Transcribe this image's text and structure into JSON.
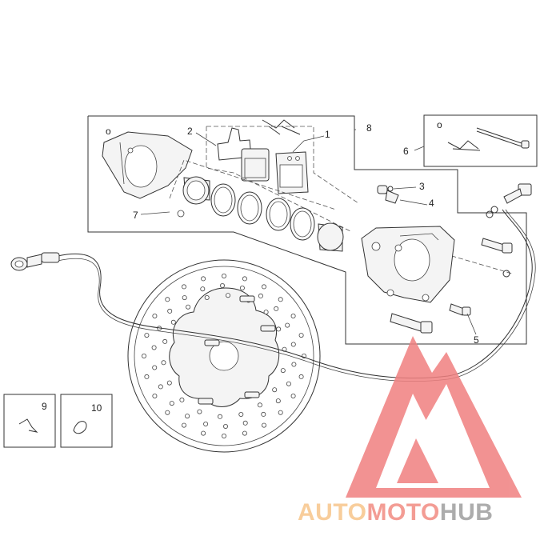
{
  "callouts": {
    "c1": "1",
    "c2": "2",
    "c3": "3",
    "c4": "4",
    "c5": "5",
    "c6": "6",
    "c7": "7",
    "c8": "8",
    "c9": "9",
    "c10": "10"
  },
  "watermark": {
    "part_a": "AUTO",
    "part_b": "MOTO",
    "part_c": "HUB",
    "color_a": "#f7c58a",
    "color_b": "#f28b82",
    "color_c": "#9e9e9e",
    "triangle_color": "#f08080"
  }
}
